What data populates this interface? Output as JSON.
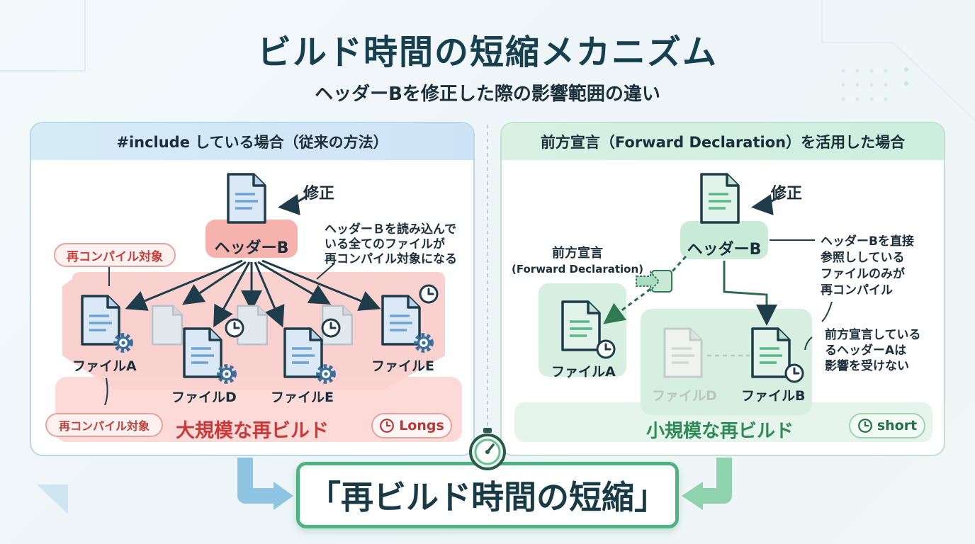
{
  "title": "ビルド時間の短縮メカニズム",
  "subtitle": "ヘッダーBを修正した際の影響範囲の違い",
  "left": {
    "header": "#include している場合（従来の方法）",
    "modified_label": "修正",
    "header_b_label": "ヘッダーB",
    "annotation": "ヘッダーＢを読み込んでいる全てのファイルが再コンパイル対象になる",
    "annotation_lines": [
      "ヘッダーＢを読み込んで",
      "いる全てのファイルが",
      "再コンパイル対象になる"
    ],
    "recompile_tag_top": "再コンパイル対象",
    "recompile_tag_bottom": "再コンパイル対象",
    "files": [
      "ファイルA",
      "ファイルD",
      "ファイルE",
      "ファイルE"
    ],
    "summary": "大規模な再ビルド",
    "time_badge": "Longs"
  },
  "right": {
    "header": "前方宣言（Forward Declaration）を活用した場合",
    "modified_label": "修正",
    "header_b_label": "ヘッダーB",
    "forward_label_line1": "前方宣言",
    "forward_label_line2": "(Forward Declaration)",
    "annotation1": "ヘッダーBを直接参照ししているファイルのみが再コンパイル",
    "annotation1_lines": [
      "ヘッダーBを直接",
      "参照ししている",
      "ファイルのみが",
      "再コンパイル"
    ],
    "annotation2": "前方宣言しているるヘッダーAは影響を受けない",
    "annotation2_lines": [
      "前方宣言している",
      "るヘッダーAは",
      "影響を受けない"
    ],
    "file_a": "ファイルA",
    "file_d": "ファイルD",
    "file_b": "ファイルB",
    "summary": "小規模な再ビルド",
    "time_badge": "short"
  },
  "result": "「再ビルド時間の短縮」",
  "colors": {
    "red_accent": "#d64545",
    "green_accent": "#3a9a66",
    "navy": "#163f4f"
  }
}
